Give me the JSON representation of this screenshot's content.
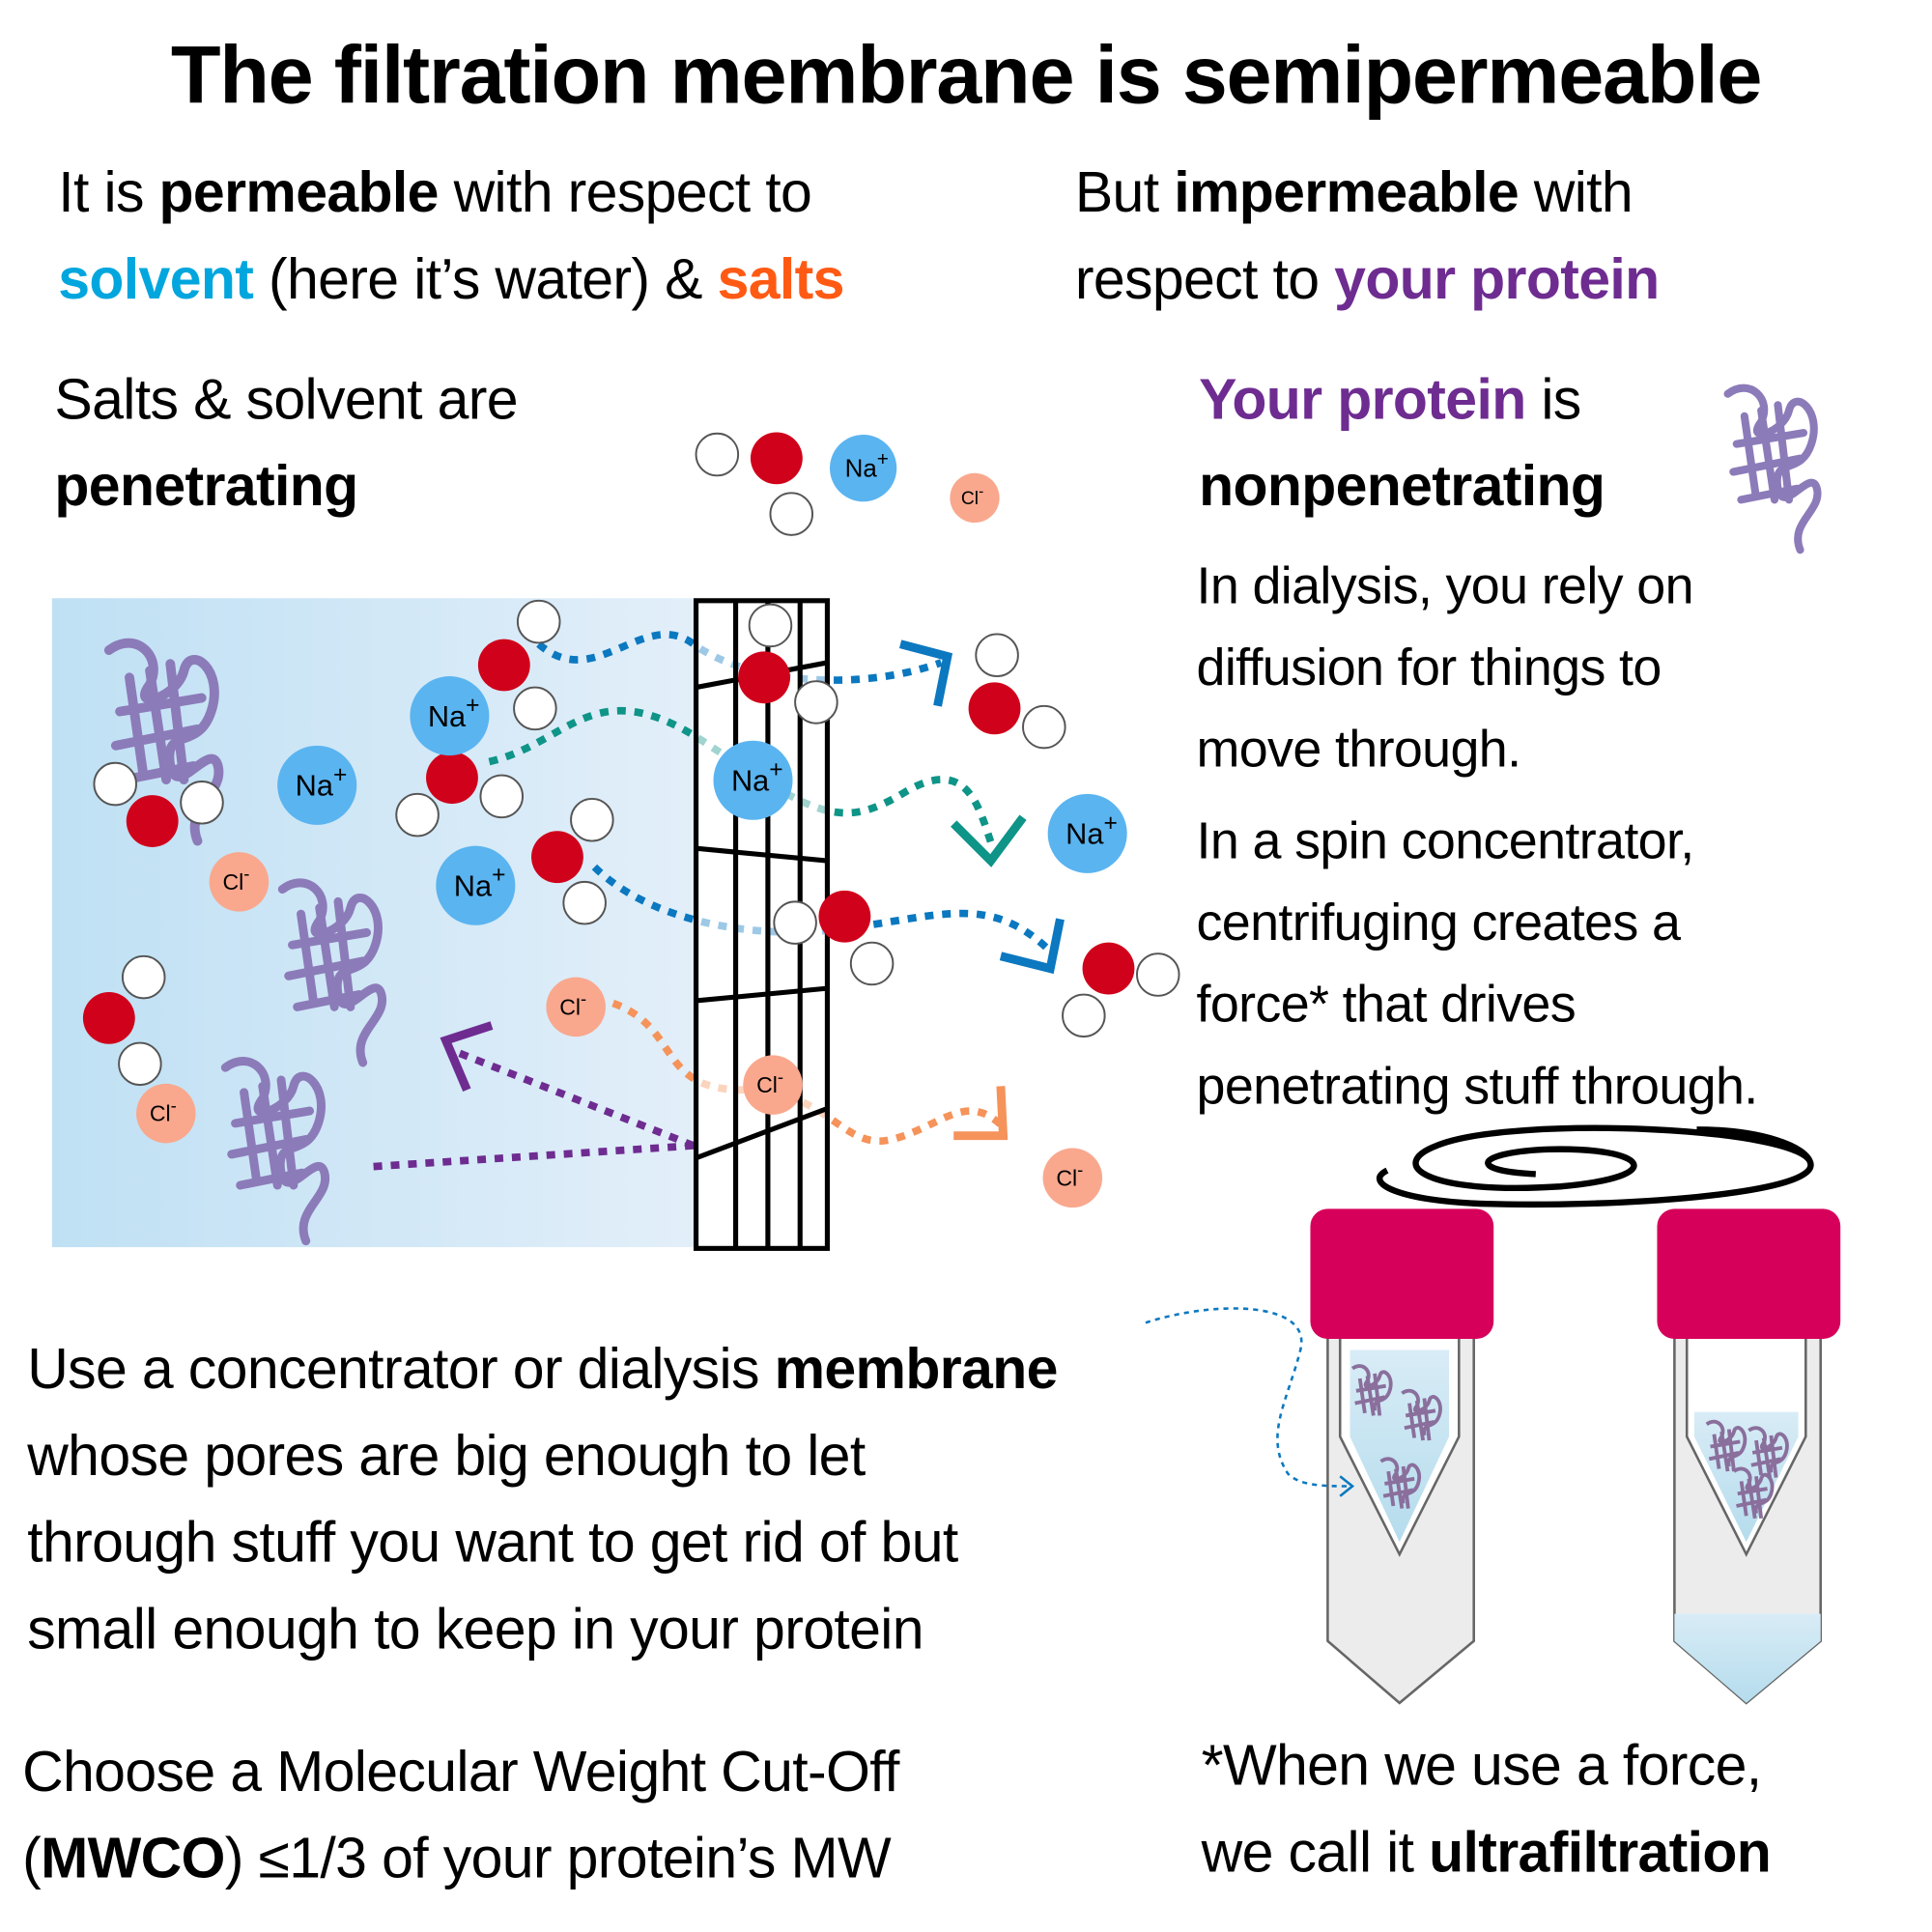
{
  "title": "The filtration membrane is semipermeable",
  "left_intro": {
    "a": "It is ",
    "b": "permeable",
    "c": " with respect to",
    "d": "solvent",
    "e": " (here it’s water) & ",
    "f": "salts"
  },
  "right_intro": {
    "a": "But ",
    "b": "impermeable",
    "c": " with",
    "d": "respect to ",
    "e": "your protein"
  },
  "penetrating": {
    "line1": "Salts & solvent are",
    "line2": "penetrating"
  },
  "nonpenetrating": {
    "a": "Your protein",
    "b": " is",
    "line2": "nonpenetrating"
  },
  "dialysis": [
    "In dialysis, you rely on",
    "diffusion for things to",
    "move through."
  ],
  "spin": [
    "In a spin concentrator,",
    "centrifuging creates a",
    "force* that drives",
    "penetrating stuff through."
  ],
  "membrane_text": {
    "l1a": "Use a concentrator or dialysis ",
    "l1b": "membrane",
    "l2": "whose pores are big enough to let",
    "l3": "through stuff you want to get rid of but",
    "l4": "small enough to keep in your protein"
  },
  "mwco": {
    "l1": "Choose a Molecular Weight Cut-Off",
    "l2a": "(",
    "l2b": "MWCO",
    "l2c": ") ≤1/3 of your protein’s MW"
  },
  "footnote": {
    "l1": "*When we use a force,",
    "l2a": "we call it ",
    "l2b": "ultrafiltration"
  },
  "labels": {
    "na": "Na",
    "na_charge": "+",
    "cl": "Cl",
    "cl_charge": "-"
  },
  "colors": {
    "solvent": "#00a6dd",
    "salts": "#ff5a14",
    "protein": "#6e2c91",
    "water_o": "#d0021b",
    "na": "#5ab4f0",
    "cl": "#f9a88e",
    "cap": "#d6005a"
  }
}
